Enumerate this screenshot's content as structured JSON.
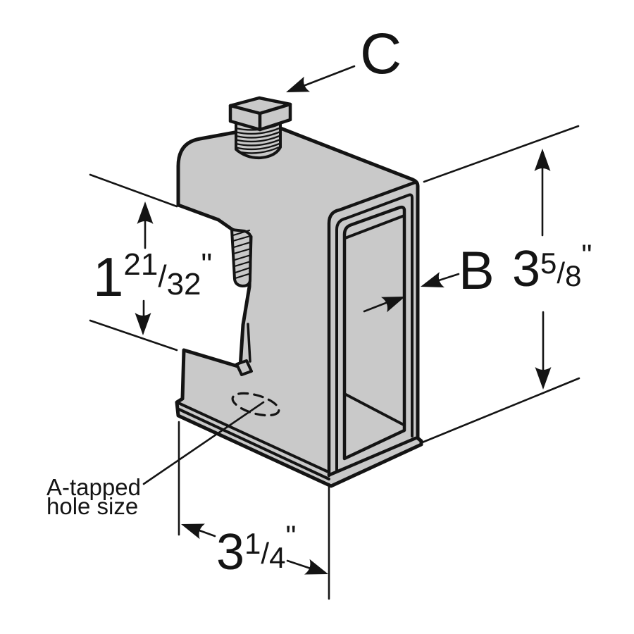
{
  "diagram": {
    "type": "isometric technical drawing of a beam clamp",
    "labels": {
      "bolt": "C",
      "wall_thickness": "B"
    },
    "callout": {
      "line1": "A-tapped",
      "line2": "hole size"
    },
    "dimensions": {
      "throat_opening": {
        "whole": "1",
        "numerator": "21",
        "slash": "/",
        "denominator": "32",
        "unit": "\""
      },
      "overall_height": {
        "whole": "3",
        "numerator": "5",
        "slash": "/",
        "denominator": "8",
        "unit": "\""
      },
      "base_width": {
        "whole": "3",
        "numerator": "1",
        "slash": "/",
        "denominator": "4",
        "unit": "\""
      }
    },
    "colors": {
      "body_fill": "#c9c9c9",
      "line": "#141414",
      "background": "#ffffff"
    }
  }
}
